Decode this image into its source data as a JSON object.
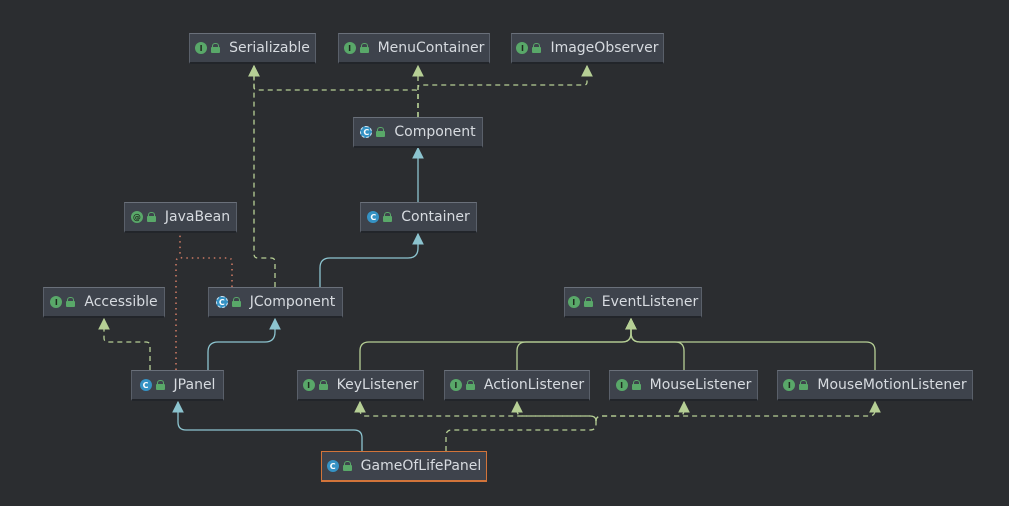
{
  "diagram": {
    "nodes": [
      {
        "id": "serializable",
        "label": "Serializable",
        "kind": "interface",
        "kind_icon": "interface-icon"
      },
      {
        "id": "menucontainer",
        "label": "MenuContainer",
        "kind": "interface",
        "kind_icon": "interface-icon"
      },
      {
        "id": "imageobserver",
        "label": "ImageObserver",
        "kind": "interface",
        "kind_icon": "interface-icon"
      },
      {
        "id": "component",
        "label": "Component",
        "kind": "abstract",
        "kind_icon": "abstract-class-icon"
      },
      {
        "id": "container",
        "label": "Container",
        "kind": "class",
        "kind_icon": "class-icon"
      },
      {
        "id": "javabean",
        "label": "JavaBean",
        "kind": "annotation",
        "kind_icon": "annotation-icon"
      },
      {
        "id": "accessible",
        "label": "Accessible",
        "kind": "interface",
        "kind_icon": "interface-icon"
      },
      {
        "id": "jcomponent",
        "label": "JComponent",
        "kind": "abstract",
        "kind_icon": "abstract-class-icon"
      },
      {
        "id": "eventlistener",
        "label": "EventListener",
        "kind": "interface",
        "kind_icon": "interface-icon"
      },
      {
        "id": "jpanel",
        "label": "JPanel",
        "kind": "class",
        "kind_icon": "class-icon"
      },
      {
        "id": "keylistener",
        "label": "KeyListener",
        "kind": "interface",
        "kind_icon": "interface-icon"
      },
      {
        "id": "actionlistener",
        "label": "ActionListener",
        "kind": "interface",
        "kind_icon": "interface-icon"
      },
      {
        "id": "mouselistener",
        "label": "MouseListener",
        "kind": "interface",
        "kind_icon": "interface-icon"
      },
      {
        "id": "mousemotionlistener",
        "label": "MouseMotionListener",
        "kind": "interface",
        "kind_icon": "interface-icon"
      },
      {
        "id": "gameoflifepanel",
        "label": "GameOfLifePanel",
        "kind": "class",
        "kind_icon": "class-icon",
        "selected": true
      }
    ],
    "edges": [
      {
        "from": "component",
        "to": "serializable",
        "type": "implements"
      },
      {
        "from": "component",
        "to": "menucontainer",
        "type": "implements"
      },
      {
        "from": "component",
        "to": "imageobserver",
        "type": "implements"
      },
      {
        "from": "container",
        "to": "component",
        "type": "extends"
      },
      {
        "from": "jcomponent",
        "to": "container",
        "type": "extends"
      },
      {
        "from": "jcomponent",
        "to": "serializable",
        "type": "implements"
      },
      {
        "from": "jcomponent",
        "to": "javabean",
        "type": "annotated"
      },
      {
        "from": "jpanel",
        "to": "javabean",
        "type": "annotated"
      },
      {
        "from": "jpanel",
        "to": "accessible",
        "type": "implements"
      },
      {
        "from": "jpanel",
        "to": "jcomponent",
        "type": "extends"
      },
      {
        "from": "keylistener",
        "to": "eventlistener",
        "type": "extends"
      },
      {
        "from": "actionlistener",
        "to": "eventlistener",
        "type": "extends"
      },
      {
        "from": "mouselistener",
        "to": "eventlistener",
        "type": "extends"
      },
      {
        "from": "mousemotionlistener",
        "to": "eventlistener",
        "type": "extends"
      },
      {
        "from": "gameoflifepanel",
        "to": "jpanel",
        "type": "extends"
      },
      {
        "from": "gameoflifepanel",
        "to": "keylistener",
        "type": "implements"
      },
      {
        "from": "gameoflifepanel",
        "to": "actionlistener",
        "type": "implements"
      },
      {
        "from": "gameoflifepanel",
        "to": "mouselistener",
        "type": "implements"
      },
      {
        "from": "gameoflifepanel",
        "to": "mousemotionlistener",
        "type": "implements"
      }
    ],
    "colors": {
      "background": "#2b2d30",
      "node_fill": "#3e434c",
      "extends_line": "#8cc4cf",
      "implements_line": "#b6cf95",
      "annotation_line": "#c97862",
      "selected_border": "#d2743a"
    }
  }
}
